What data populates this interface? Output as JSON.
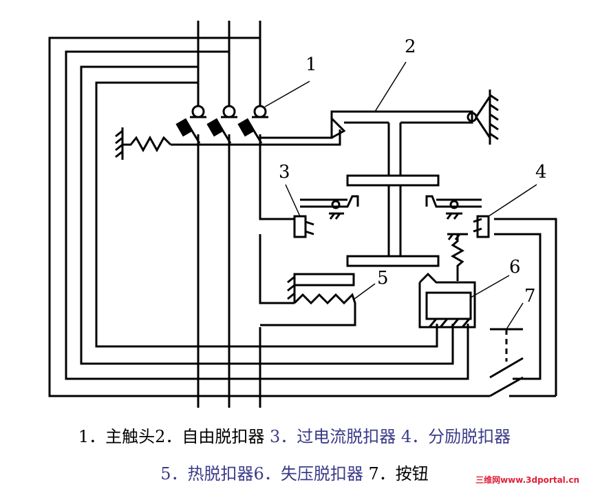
{
  "labels": {
    "l1": "1",
    "l2": "2",
    "l3": "3",
    "l4": "4",
    "l5": "5",
    "l6": "6",
    "l7": "7"
  },
  "caption": {
    "line1": [
      {
        "text": "1．主触头",
        "color": "#000000"
      },
      {
        "text": "2．自由脱扣器 ",
        "color": "#000000"
      },
      {
        "text": "3．过电流脱扣器 ",
        "color": "#3a3a8a"
      },
      {
        "text": "4．分励脱扣器",
        "color": "#3a3a8a"
      }
    ],
    "line2": [
      {
        "text": "5．热脱扣器",
        "color": "#3a3a8a"
      },
      {
        "text": "6．失压脱扣器 ",
        "color": "#3a3a8a"
      },
      {
        "text": "7．按钮",
        "color": "#000000"
      }
    ]
  },
  "watermark": "三维网www.3dportal.cn",
  "colors": {
    "line": "#000000",
    "caption_blue": "#3a3a8a",
    "watermark": "#e0203a"
  }
}
